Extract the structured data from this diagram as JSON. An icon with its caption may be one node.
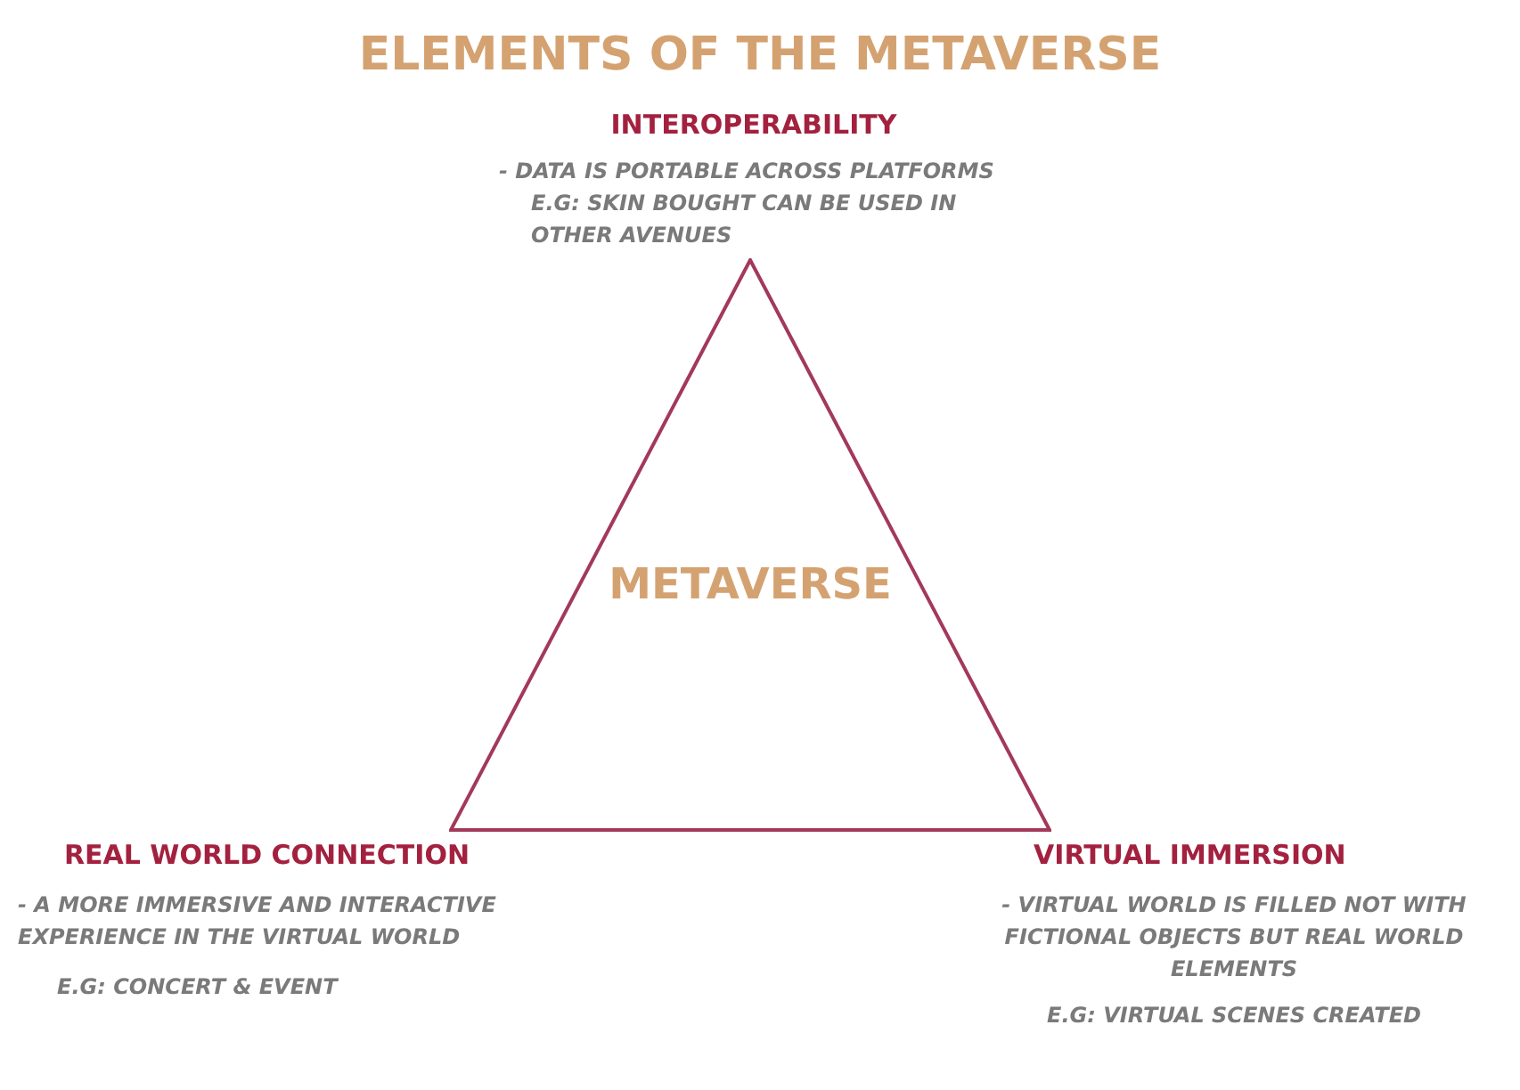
{
  "diagram": {
    "title": "ELEMENTS OF THE METAVERSE",
    "nodes": [
      {
        "text": [
          "METAVERSE"
        ]
      }
    ],
    "labels": [
      "INTEROPERABILITY",
      "- DATA IS PORTABLE ACROSS PLATFORMS",
      "E.G: SKIN BOUGHT CAN BE USED IN OTHER AVENUES",
      "REAL WORLD CONNECTION",
      "- A MORE IMMERSIVE AND INTERACTIVE EXPERIENCE IN THE VIRTUAL WORLD",
      "E.G: CONCERT & EVENT",
      "VIRTUAL IMMERSION",
      "- VIRTUAL WORLD IS FILLED NOT WITH FICTIONAL OBJECTS BUT REAL WORLD ELEMENTS",
      "E.G: VIRTUAL SCENES CREATED"
    ]
  }
}
